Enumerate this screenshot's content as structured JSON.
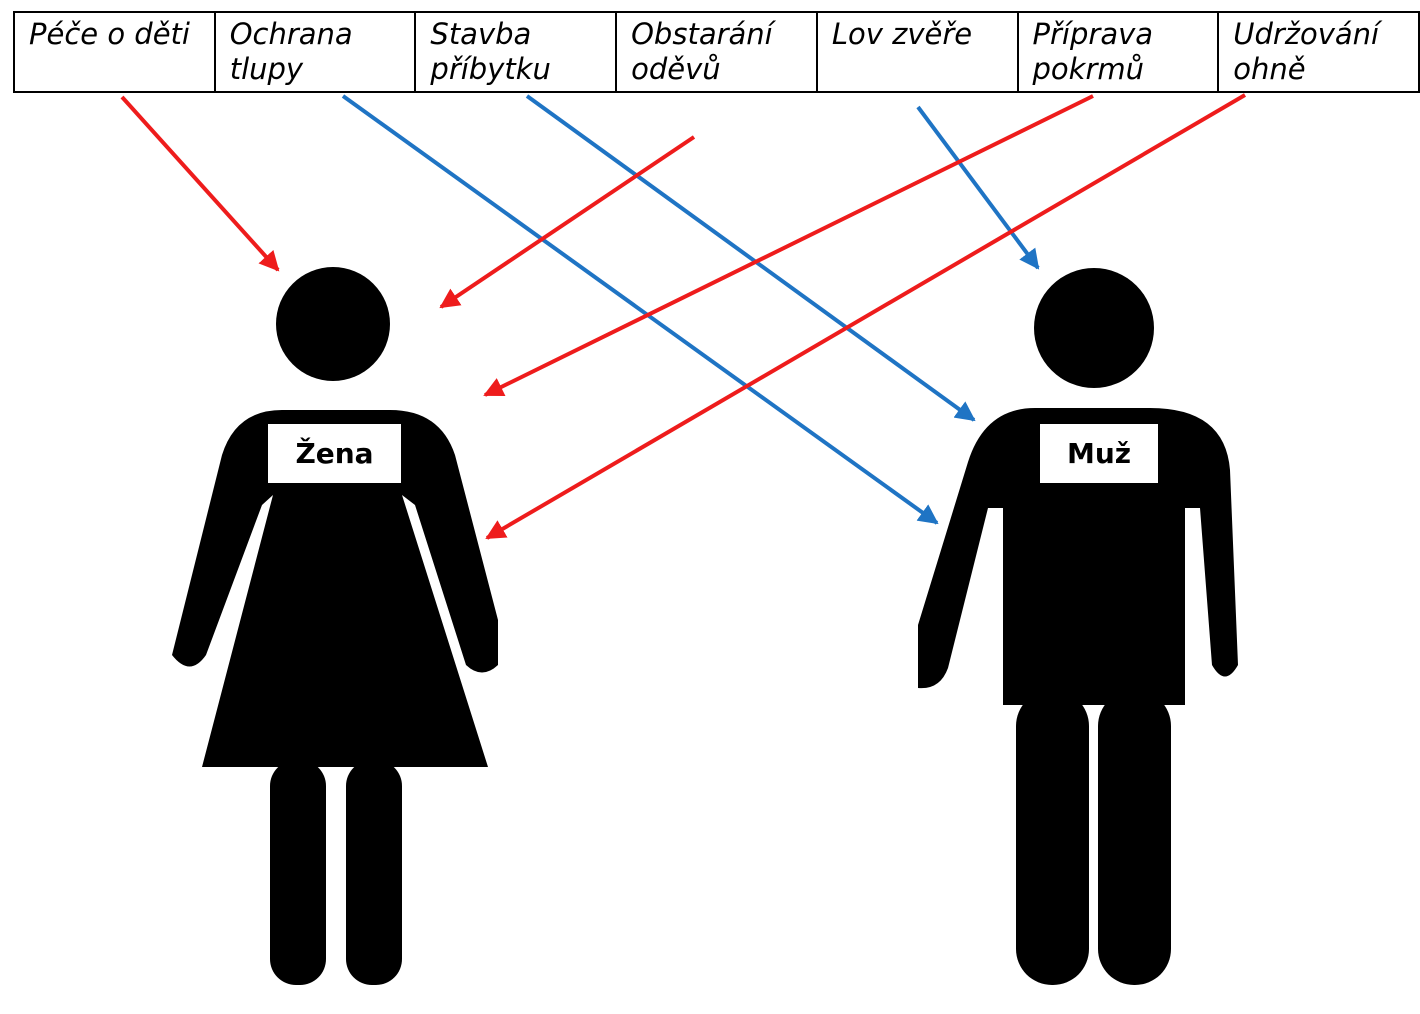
{
  "tasks": [
    {
      "text": "Péče o děti",
      "assigned_to": "Žena"
    },
    {
      "text": "Ochrana tlupy",
      "assigned_to": "Muž"
    },
    {
      "text": "Stavba příbytku",
      "assigned_to": "Muž"
    },
    {
      "text": "Obstarání oděvů",
      "assigned_to": "Žena"
    },
    {
      "text": "Lov zvěře",
      "assigned_to": "Muž"
    },
    {
      "text": "Příprava pokrmů",
      "assigned_to": "Žena"
    },
    {
      "text": "Udržování ohně",
      "assigned_to": "Žena"
    }
  ],
  "figures": {
    "woman": {
      "label": "Žena",
      "icon": "woman-figure-icon"
    },
    "man": {
      "label": "Muž",
      "icon": "man-figure-icon"
    }
  },
  "colors": {
    "woman_arrow": "#ee1c1c",
    "man_arrow": "#1f74c4",
    "figure": "#000000",
    "border": "#000000"
  }
}
